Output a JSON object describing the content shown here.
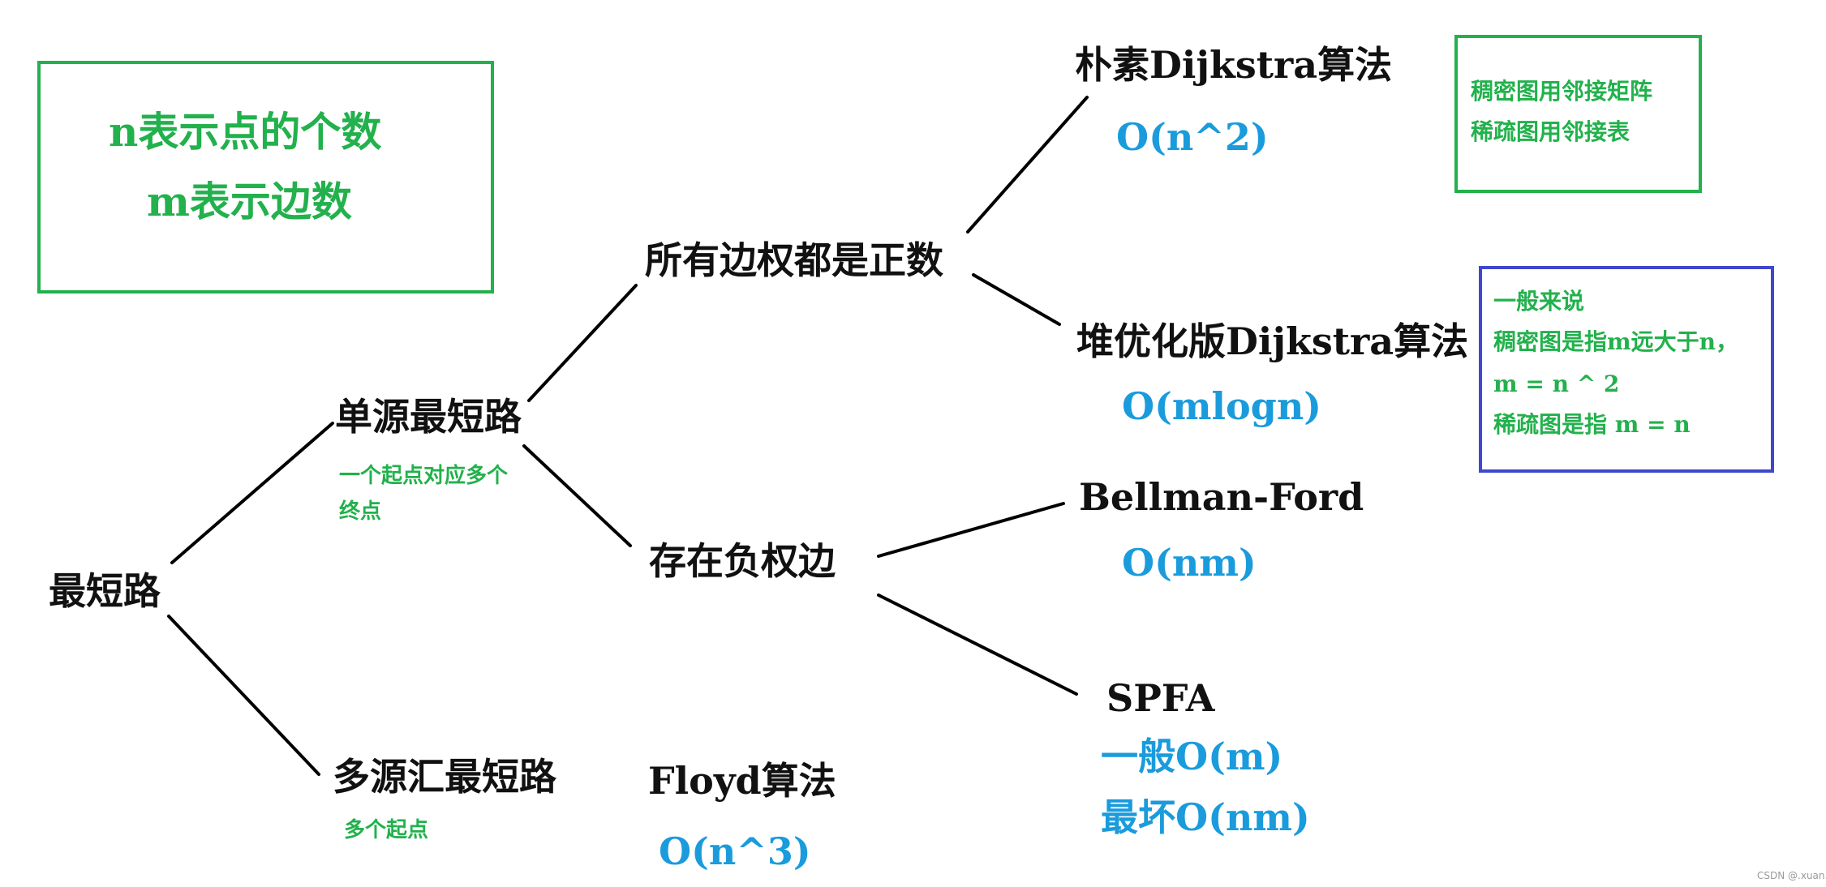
{
  "legend": {
    "line1": "n表示点的个数",
    "line2": "m表示边数"
  },
  "nodes": {
    "root": "最短路",
    "single_source": "单源最短路",
    "single_source_note_1": "一个起点对应多个",
    "single_source_note_2": "终点",
    "multi_source": "多源汇最短路",
    "multi_source_note": "多个起点",
    "positive": "所有边权都是正数",
    "negative": "存在负权边",
    "naive_dijkstra": "朴素Dijkstra算法",
    "naive_dijkstra_cx": "O(n^2)",
    "heap_dijkstra": "堆优化版Dijkstra算法",
    "heap_dijkstra_cx": "O(mlogn)",
    "bellman_ford": "Bellman-Ford",
    "bellman_ford_cx": "O(nm)",
    "spfa": "SPFA",
    "spfa_cx_1": "一般O(m)",
    "spfa_cx_2": "最坏O(nm)",
    "floyd": "Floyd算法",
    "floyd_cx": "O(n^3)"
  },
  "tips": {
    "dense_sparse_1": "稠密图用邻接矩阵",
    "dense_sparse_2": "稀疏图用邻接表",
    "def_1": "一般来说",
    "def_2": "稠密图是指m远大于n，",
    "def_3": "m = n ^ 2",
    "def_4": "稀疏图是指 m = n"
  },
  "watermark": "CSDN @.xuan.",
  "colors": {
    "node_text": "#111111",
    "complexity": "#1a9bdc",
    "note_green": "#22b14c",
    "box_blue": "#3f48cc"
  }
}
